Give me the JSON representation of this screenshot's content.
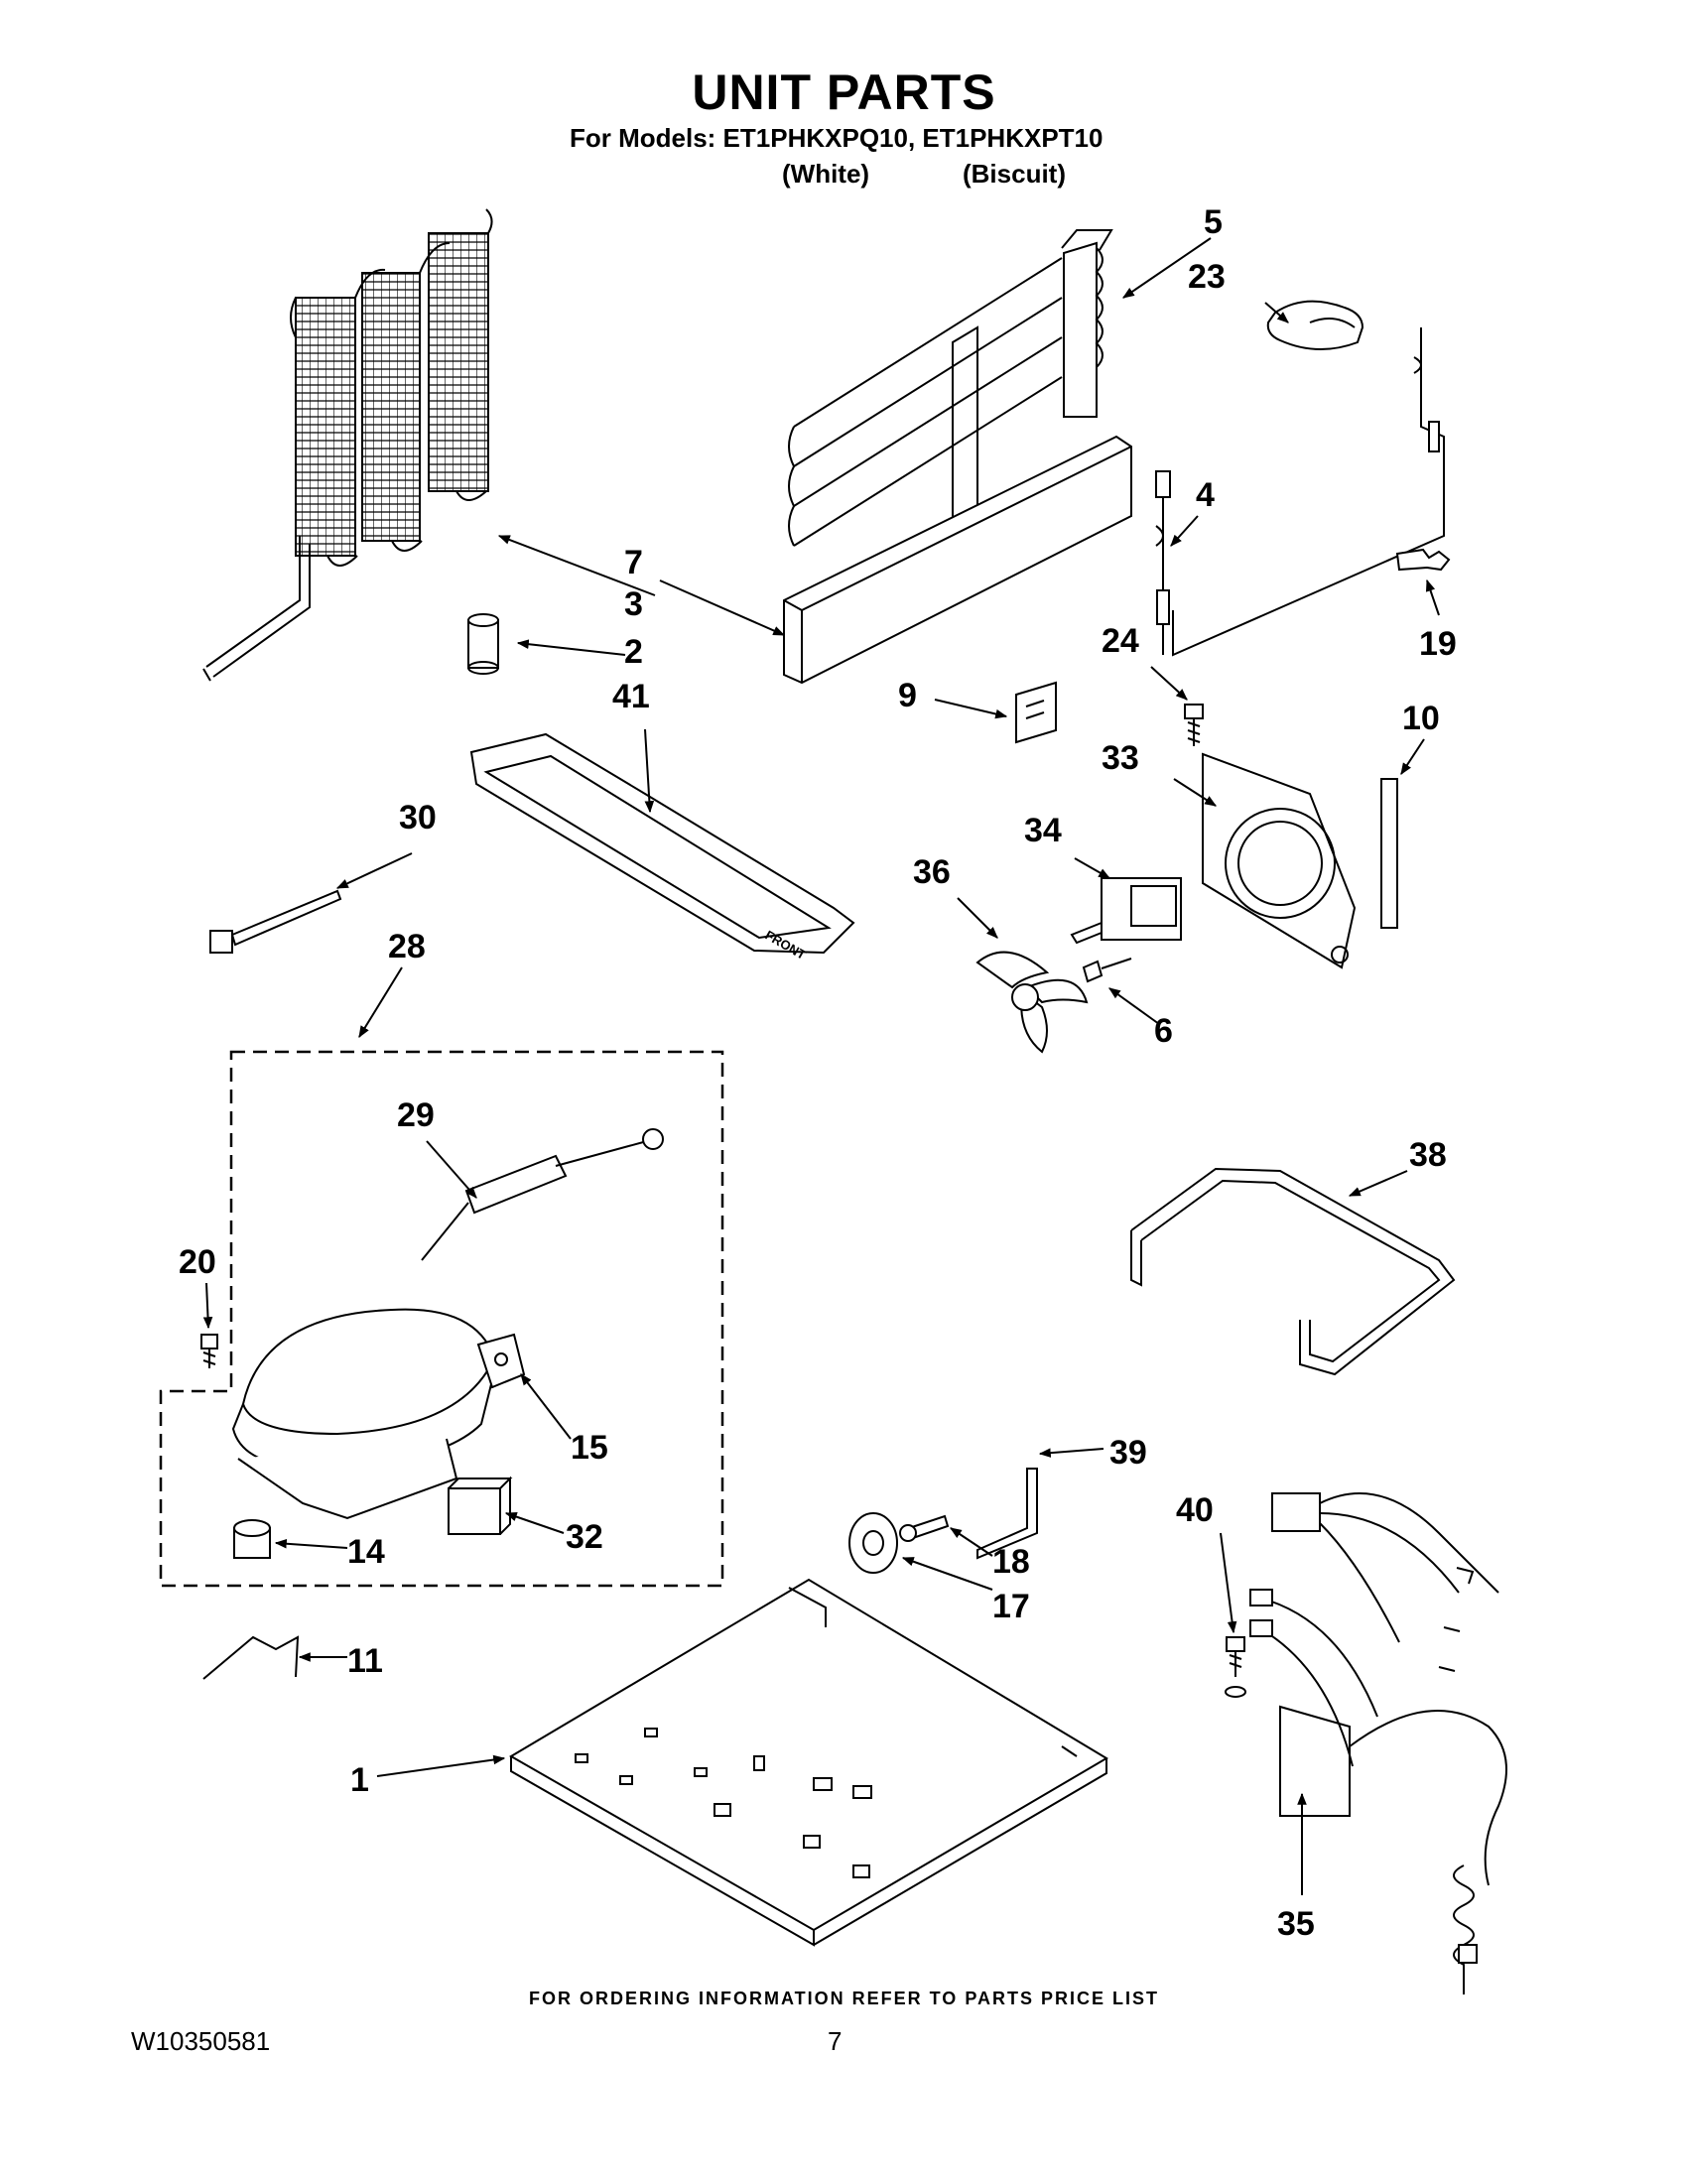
{
  "page": {
    "title": "UNIT PARTS",
    "subtitle": "For Models: ET1PHKXPQ10, ET1PHKXPT10",
    "variants": [
      "(White)",
      "(Biscuit)"
    ],
    "footer_note": "FOR ORDERING INFORMATION REFER TO PARTS PRICE LIST",
    "doc_id": "W10350581",
    "page_number": "7"
  },
  "diagram": {
    "callouts": [
      "1",
      "2",
      "3",
      "4",
      "5",
      "6",
      "7",
      "9",
      "10",
      "11",
      "14",
      "15",
      "17",
      "18",
      "19",
      "20",
      "23",
      "24",
      "28",
      "29",
      "30",
      "32",
      "33",
      "34",
      "35",
      "36",
      "38",
      "39",
      "40",
      "41"
    ],
    "tray_marking": "FRONT"
  }
}
